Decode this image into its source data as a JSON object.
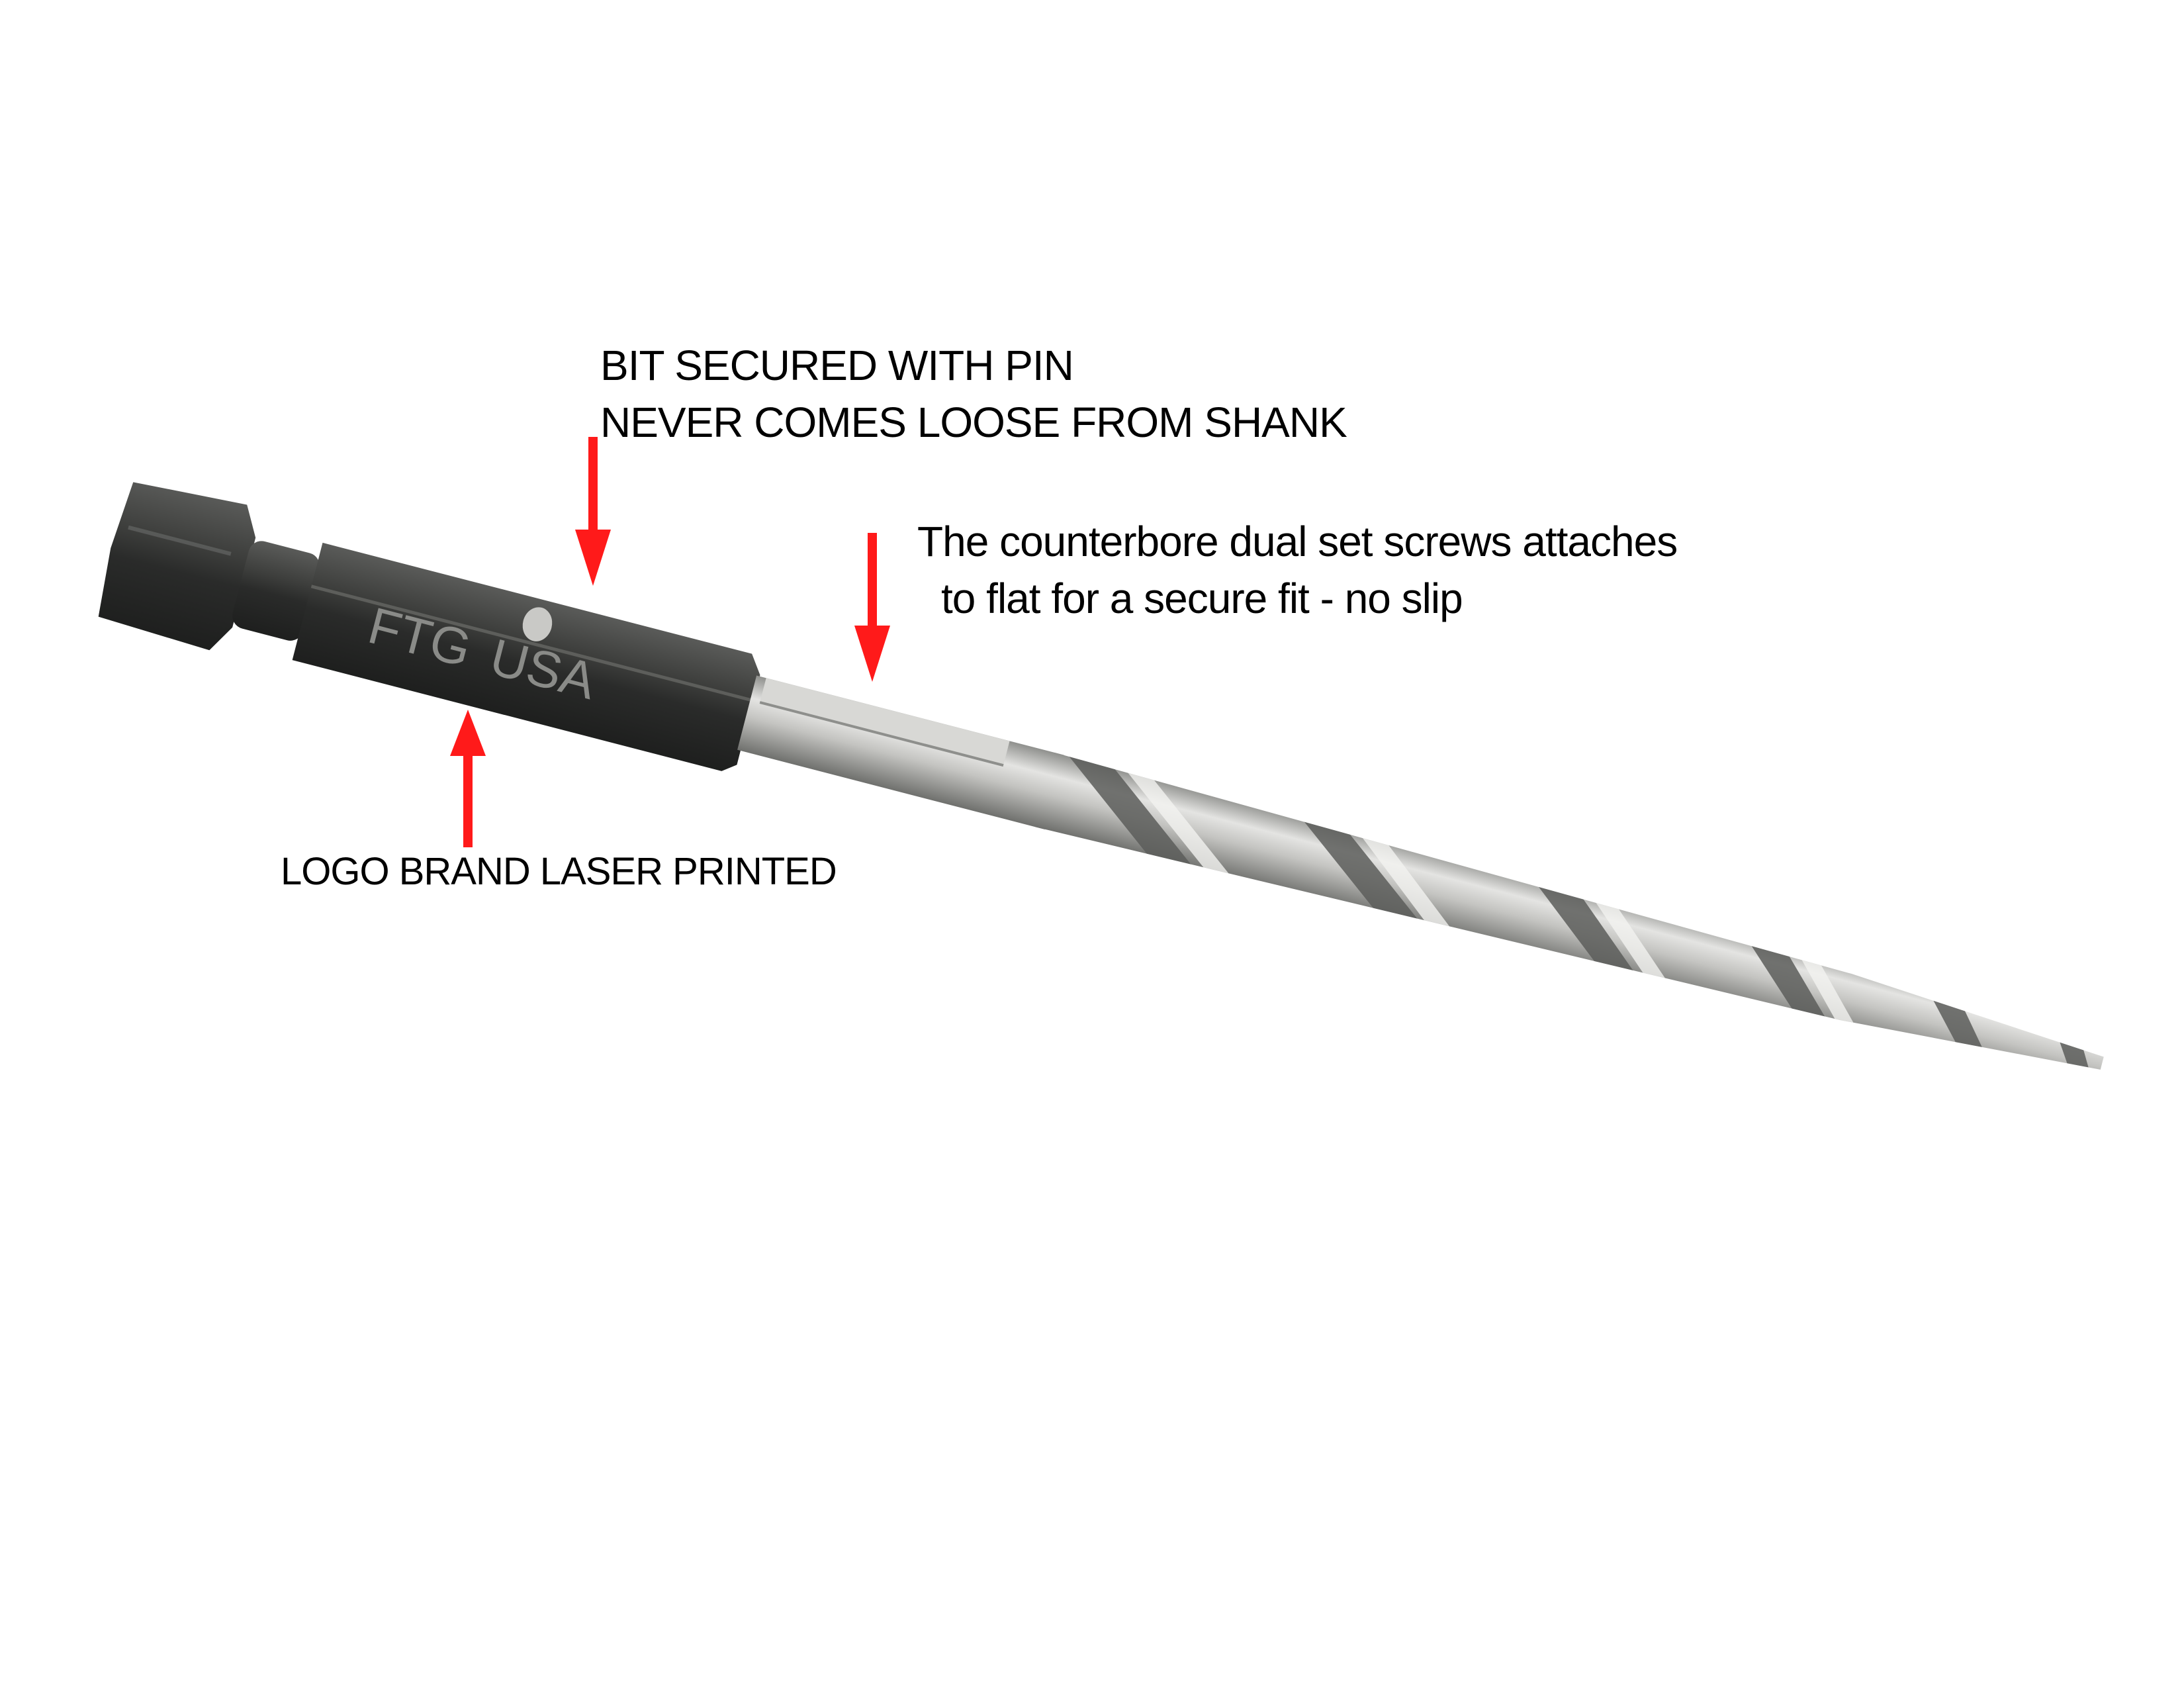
{
  "annotations": {
    "pin": {
      "line1": "BIT SECURED WITH PIN",
      "line2": "NEVER COMES LOOSE FROM SHANK",
      "arrow_direction": "down"
    },
    "set_screws": {
      "line1": "The counterbore dual set screws attaches",
      "line2": "to flat for a secure fit - no slip",
      "arrow_direction": "down"
    },
    "logo": {
      "line1": "LOGO BRAND LASER PRINTED",
      "arrow_direction": "up"
    }
  },
  "product": {
    "engraving": [
      "FTG",
      "USA"
    ]
  },
  "colors": {
    "arrow": "#ff1a1a",
    "background": "#ffffff",
    "text": "#000000",
    "sleeve": "#3a3b3a",
    "steel": "#b9b9b7"
  }
}
